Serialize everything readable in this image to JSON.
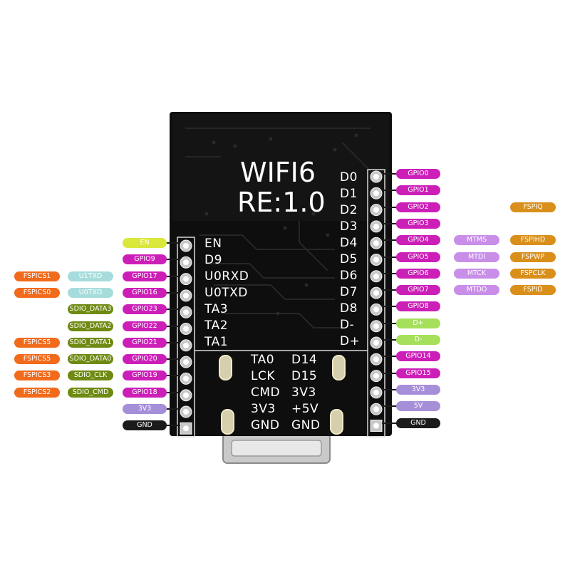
{
  "board": {
    "title_line1": "WIFI6",
    "title_line2": "RE:1.0",
    "left_pins": [
      "EN",
      "D9",
      "U0RXD",
      "U0TXD",
      "TA3",
      "TA2",
      "TA1"
    ],
    "right_pins": [
      "D0",
      "D1",
      "D2",
      "D3",
      "D4",
      "D5",
      "D6",
      "D7",
      "D8",
      "D-",
      "D+"
    ],
    "bottom_left": [
      "TA0",
      "LCK",
      "CMD",
      "3V3",
      "GND"
    ],
    "bottom_right": [
      "D14",
      "D15",
      "3V3",
      "+5V",
      "GND"
    ]
  },
  "left_header": [
    {
      "gpio": "EN",
      "gpio_color": "#d9e83a",
      "alt": "",
      "alt_color": "",
      "spi": "",
      "spi_color": ""
    },
    {
      "gpio": "GPIO9",
      "gpio_color": "#cc1fb8",
      "alt": "",
      "alt_color": "",
      "spi": "",
      "spi_color": ""
    },
    {
      "gpio": "GPIO17",
      "gpio_color": "#cc1fb8",
      "alt": "U1TXD",
      "alt_color": "#a6dcdc",
      "spi": "FSPICS1",
      "spi_color": "#f26a1b"
    },
    {
      "gpio": "GPIO16",
      "gpio_color": "#cc1fb8",
      "alt": "U0TXD",
      "alt_color": "#a6dcdc",
      "spi": "FSPICS0",
      "spi_color": "#f26a1b"
    },
    {
      "gpio": "GPIO23",
      "gpio_color": "#cc1fb8",
      "alt": "SDIO_DATA3",
      "alt_color": "#6f8a12",
      "spi": "",
      "spi_color": ""
    },
    {
      "gpio": "GPIO22",
      "gpio_color": "#cc1fb8",
      "alt": "SDIO_DATA2",
      "alt_color": "#6f8a12",
      "spi": "",
      "spi_color": ""
    },
    {
      "gpio": "GPIO21",
      "gpio_color": "#cc1fb8",
      "alt": "SDIO_DATA1",
      "alt_color": "#6f8a12",
      "spi": "FSPICS5",
      "spi_color": "#f26a1b"
    },
    {
      "gpio": "GPIO20",
      "gpio_color": "#cc1fb8",
      "alt": "SDIO_DATA0",
      "alt_color": "#6f8a12",
      "spi": "FSPICS5",
      "spi_color": "#f26a1b"
    },
    {
      "gpio": "GPIO19",
      "gpio_color": "#cc1fb8",
      "alt": "SDIO_CLK",
      "alt_color": "#6f8a12",
      "spi": "FSPICS3",
      "spi_color": "#f26a1b"
    },
    {
      "gpio": "GPIO18",
      "gpio_color": "#cc1fb8",
      "alt": "SDIO_CMD",
      "alt_color": "#6f8a12",
      "spi": "FSPICS2",
      "spi_color": "#f26a1b"
    },
    {
      "gpio": "3V3",
      "gpio_color": "#a68fd9",
      "alt": "",
      "alt_color": "",
      "spi": "",
      "spi_color": ""
    },
    {
      "gpio": "GND",
      "gpio_color": "#1b1b1b",
      "alt": "",
      "alt_color": "",
      "spi": "",
      "spi_color": ""
    }
  ],
  "right_header": [
    {
      "gpio": "GPIO0",
      "gpio_color": "#cc1fb8",
      "jtag": "",
      "jtag_color": "",
      "spi": "",
      "spi_color": ""
    },
    {
      "gpio": "GPIO1",
      "gpio_color": "#cc1fb8",
      "jtag": "",
      "jtag_color": "",
      "spi": "",
      "spi_color": ""
    },
    {
      "gpio": "GPIO2",
      "gpio_color": "#cc1fb8",
      "jtag": "",
      "jtag_color": "",
      "spi": "FSPIQ",
      "spi_color": "#d98f1a"
    },
    {
      "gpio": "GPIO3",
      "gpio_color": "#cc1fb8",
      "jtag": "",
      "jtag_color": "",
      "spi": "",
      "spi_color": ""
    },
    {
      "gpio": "GPIO4",
      "gpio_color": "#cc1fb8",
      "jtag": "MTMS",
      "jtag_color": "#c98ee8",
      "spi": "FSPIHD",
      "spi_color": "#d98f1a"
    },
    {
      "gpio": "GPIO5",
      "gpio_color": "#cc1fb8",
      "jtag": "MTDI",
      "jtag_color": "#c98ee8",
      "spi": "FSPWP",
      "spi_color": "#d98f1a"
    },
    {
      "gpio": "GPIO6",
      "gpio_color": "#cc1fb8",
      "jtag": "MTCK",
      "jtag_color": "#c98ee8",
      "spi": "FSPCLK",
      "spi_color": "#d98f1a"
    },
    {
      "gpio": "GPIO7",
      "gpio_color": "#cc1fb8",
      "jtag": "MTDO",
      "jtag_color": "#c98ee8",
      "spi": "FSPID",
      "spi_color": "#d98f1a"
    },
    {
      "gpio": "GPIO8",
      "gpio_color": "#cc1fb8",
      "jtag": "",
      "jtag_color": "",
      "spi": "",
      "spi_color": ""
    },
    {
      "gpio": "D+",
      "gpio_color": "#a6e05a",
      "jtag": "",
      "jtag_color": "",
      "spi": "",
      "spi_color": ""
    },
    {
      "gpio": "D-",
      "gpio_color": "#a6e05a",
      "jtag": "",
      "jtag_color": "",
      "spi": "",
      "spi_color": ""
    },
    {
      "gpio": "GPIO14",
      "gpio_color": "#cc1fb8",
      "jtag": "",
      "jtag_color": "",
      "spi": "",
      "spi_color": ""
    },
    {
      "gpio": "GPIO15",
      "gpio_color": "#cc1fb8",
      "jtag": "",
      "jtag_color": "",
      "spi": "",
      "spi_color": ""
    },
    {
      "gpio": "3V3",
      "gpio_color": "#a68fd9",
      "jtag": "",
      "jtag_color": "",
      "spi": "",
      "spi_color": ""
    },
    {
      "gpio": "5V",
      "gpio_color": "#a68fd9",
      "jtag": "",
      "jtag_color": "",
      "spi": "",
      "spi_color": ""
    },
    {
      "gpio": "GND",
      "gpio_color": "#1b1b1b",
      "jtag": "",
      "jtag_color": "",
      "spi": "",
      "spi_color": ""
    }
  ]
}
